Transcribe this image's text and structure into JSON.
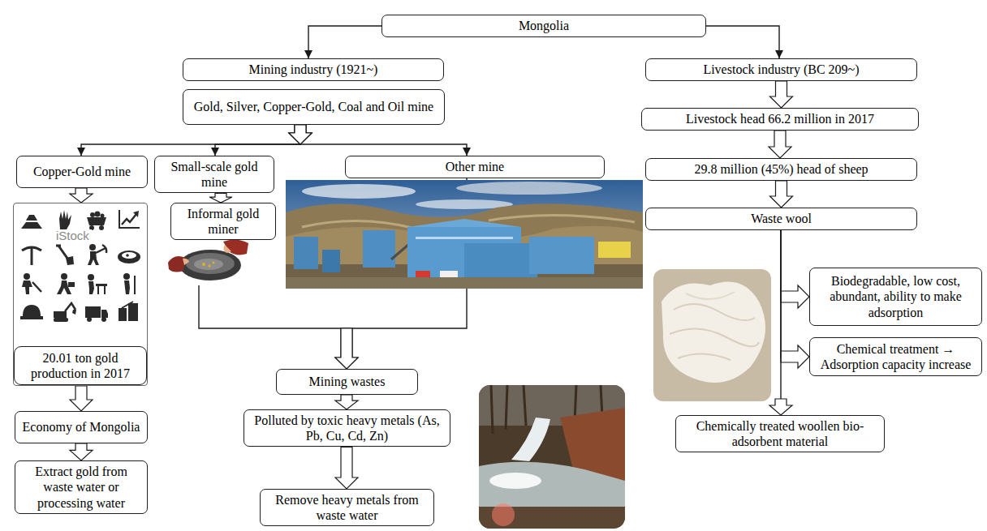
{
  "diagram": {
    "nodes": [
      {
        "text": [
          "Mongolia"
        ]
      },
      {
        "text": [
          "Mining industry (1921~)"
        ]
      },
      {
        "text": [
          "Livestock industry (BC 209~)"
        ]
      },
      {
        "text": [
          "Gold, Silver, Copper-Gold, Coal and Oil mine"
        ]
      },
      {
        "text": [
          "Livestock head 66.2 million in 2017"
        ]
      },
      {
        "text": [
          "Copper-Gold mine"
        ]
      },
      {
        "text": [
          "Small-scale gold mine"
        ]
      },
      {
        "text": [
          "Other mine"
        ]
      },
      {
        "text": [
          "29.8 million (45%) head of sheep"
        ]
      },
      {
        "text": [
          "Informal gold miner"
        ]
      },
      {
        "text": [
          "Waste wool"
        ]
      },
      {
        "text": [
          "Biodegradable, low cost, abundant, ability to make adsorption"
        ]
      },
      {
        "text": [
          "20.01 ton gold production in 2017"
        ]
      },
      {
        "text": [
          "Chemical treatment → Adsorption capacity increase"
        ]
      },
      {
        "text": [
          "Mining wastes"
        ]
      },
      {
        "text": [
          "Polluted by toxic heavy metals (As, Pb, Cu, Cd, Zn)"
        ]
      },
      {
        "text": [
          "Economy of Mongolia"
        ]
      },
      {
        "text": [
          "Chemically treated woollen bio-adsorbent material"
        ]
      },
      {
        "text": [
          "Remove heavy metals from waste water"
        ]
      },
      {
        "text": [
          "Extract gold from waste water or processing water"
        ]
      }
    ],
    "edges": [
      {
        "from": 0,
        "to": 1,
        "arrow": "to"
      },
      {
        "from": 0,
        "to": 2,
        "arrow": "to"
      },
      {
        "from": 3,
        "to": 5,
        "arrow": "to"
      },
      {
        "from": 3,
        "to": 6,
        "arrow": "to"
      },
      {
        "from": 3,
        "to": 7,
        "arrow": "to"
      },
      {
        "from": 2,
        "to": 4,
        "arrow": "to"
      },
      {
        "from": 4,
        "to": 8,
        "arrow": "to"
      },
      {
        "from": 8,
        "to": 10,
        "arrow": "to"
      },
      {
        "from": 5,
        "to": 12,
        "arrow": "to"
      },
      {
        "from": 6,
        "to": 9,
        "arrow": "to"
      },
      {
        "from": 9,
        "to": 14,
        "arrow": "to"
      },
      {
        "from": 7,
        "to": 14,
        "arrow": "to"
      },
      {
        "from": 10,
        "to": 11,
        "arrow": "to"
      },
      {
        "from": 10,
        "to": 13,
        "arrow": "to"
      },
      {
        "from": 10,
        "to": 17,
        "arrow": "to"
      },
      {
        "from": 12,
        "to": 16,
        "arrow": "to"
      },
      {
        "from": 16,
        "to": 19,
        "arrow": "to"
      },
      {
        "from": 14,
        "to": 15,
        "arrow": "to"
      },
      {
        "from": 15,
        "to": 18,
        "arrow": "to"
      }
    ],
    "labels": [
      "iStock"
    ]
  }
}
